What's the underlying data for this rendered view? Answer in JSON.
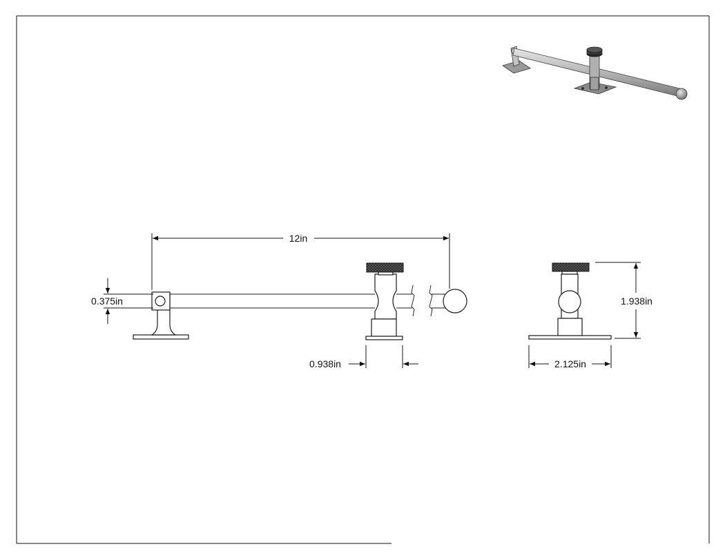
{
  "drawing": {
    "dimensions": {
      "overall_length": "12in",
      "rod_diameter": "0.375in",
      "base_width_front": "0.938in",
      "height": "1.938in",
      "base_width_side": "2.125in"
    },
    "colors": {
      "line": "#111111",
      "knob": "#2b2b2b",
      "iso_metal": "#b9b9b9",
      "iso_shadow": "#7d7d7d",
      "iso_dark": "#3a3a3a"
    }
  }
}
